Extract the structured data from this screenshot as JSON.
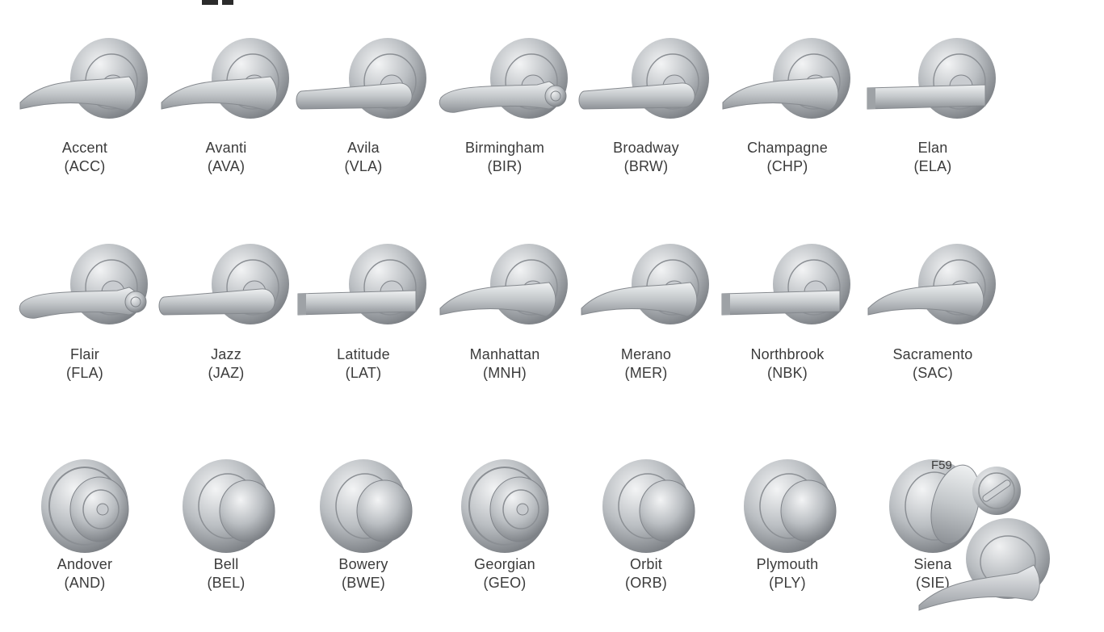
{
  "colors": {
    "metal_light": "#e4e6e8",
    "metal_mid": "#b9bdc1",
    "metal_dark": "#7d8186",
    "text": "#3b3b3b"
  },
  "rows": [
    {
      "items": [
        {
          "name": "Accent",
          "code": "(ACC)",
          "kind": "lever-curve"
        },
        {
          "name": "Avanti",
          "code": "(AVA)",
          "kind": "lever-curve"
        },
        {
          "name": "Avila",
          "code": "(VLA)",
          "kind": "lever-straight"
        },
        {
          "name": "Birmingham",
          "code": "(BIR)",
          "kind": "lever-ornate"
        },
        {
          "name": "Broadway",
          "code": "(BRW)",
          "kind": "lever-straight"
        },
        {
          "name": "Champagne",
          "code": "(CHP)",
          "kind": "lever-curve"
        },
        {
          "name": "Elan",
          "code": "(ELA)",
          "kind": "lever-square"
        }
      ]
    },
    {
      "items": [
        {
          "name": "Flair",
          "code": "(FLA)",
          "kind": "lever-ornate"
        },
        {
          "name": "Jazz",
          "code": "(JAZ)",
          "kind": "lever-straight"
        },
        {
          "name": "Latitude",
          "code": "(LAT)",
          "kind": "lever-square"
        },
        {
          "name": "Manhattan",
          "code": "(MNH)",
          "kind": "lever-curve"
        },
        {
          "name": "Merano",
          "code": "(MER)",
          "kind": "lever-curve"
        },
        {
          "name": "Northbrook",
          "code": "(NBK)",
          "kind": "lever-square"
        },
        {
          "name": "Sacramento",
          "code": "(SAC)",
          "kind": "lever-curve"
        }
      ]
    },
    {
      "items": [
        {
          "name": "Andover",
          "code": "(AND)",
          "kind": "knob-ring"
        },
        {
          "name": "Bell",
          "code": "(BEL)",
          "kind": "knob"
        },
        {
          "name": "Bowery",
          "code": "(BWE)",
          "kind": "knob"
        },
        {
          "name": "Georgian",
          "code": "(GEO)",
          "kind": "knob-ring"
        },
        {
          "name": "Orbit",
          "code": "(ORB)",
          "kind": "knob"
        },
        {
          "name": "Plymouth",
          "code": "(PLY)",
          "kind": "knob"
        },
        {
          "name": "Siena",
          "code": "(SIE)",
          "kind": "knob-oval"
        }
      ]
    }
  ],
  "extra": {
    "label": "F59"
  }
}
